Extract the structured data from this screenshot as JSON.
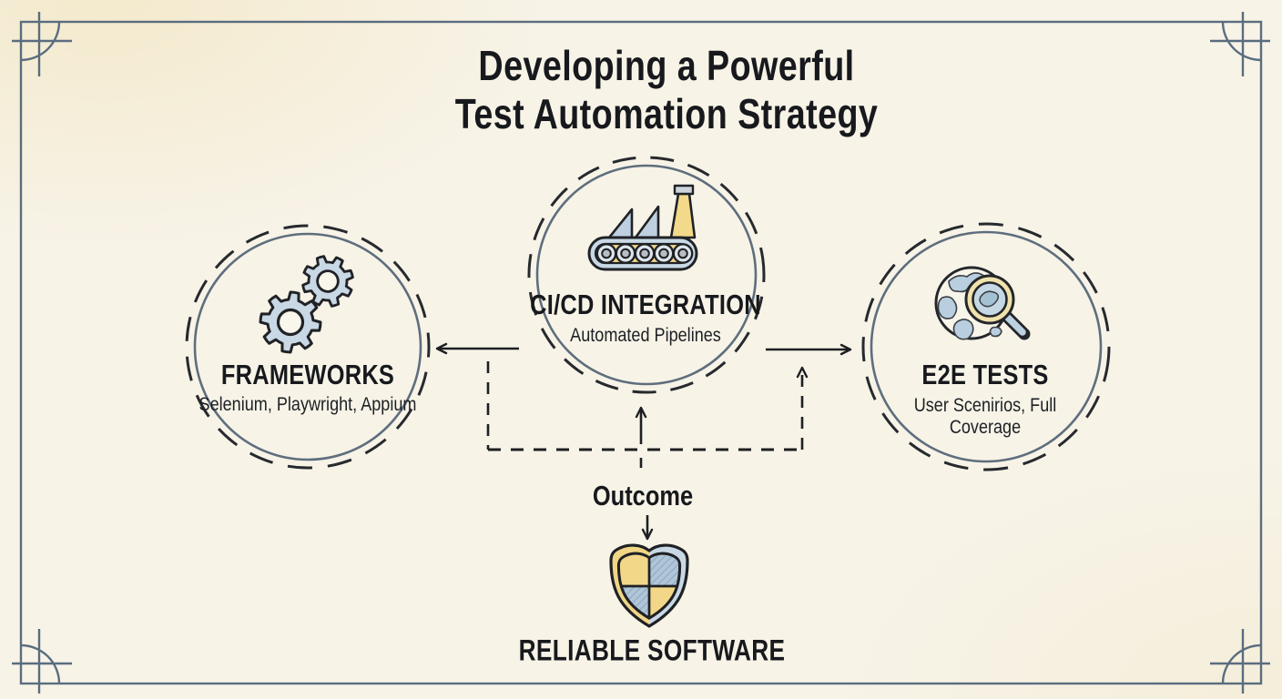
{
  "title": {
    "line1": "Developing a Powerful",
    "line2": "Test Automation Strategy"
  },
  "nodes": {
    "frameworks": {
      "label": "FRAMEWORKS",
      "sublabel": "Selenium, Playwright, Appium",
      "icon": "gears-icon"
    },
    "cicd": {
      "label": "CI/CD INTEGRATION",
      "sublabel": "Automated Pipelines",
      "icon": "conveyor-factory-icon"
    },
    "e2e": {
      "label": "E2E TESTS",
      "sublabel_line1": "User Scenirios, Full",
      "sublabel_line2": "Coverage",
      "icon": "globe-magnifier-icon"
    }
  },
  "outcome": {
    "label": "Outcome",
    "result_label": "RELIABLE SOFTWARE",
    "icon": "shield-icon"
  },
  "colors": {
    "background": "#f7f3e7",
    "ink": "#17191d",
    "ring_solid": "#5e6e7d",
    "ring_dashed": "#26292d",
    "frame_blue": "#5a6d80",
    "icon_blue": "#c8d8e5",
    "icon_blue_mid": "#b5cbdc",
    "icon_yellow": "#f2d78a",
    "roller_gray": "#b7bdc2"
  }
}
